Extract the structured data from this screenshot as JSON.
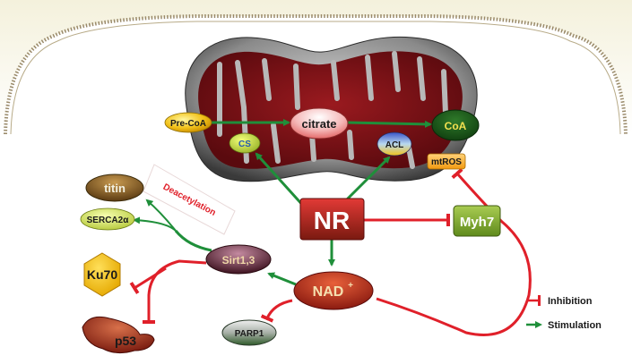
{
  "nodes": {
    "pre_coa": "Pre-CoA",
    "citrate": "citrate",
    "coa": "CoA",
    "cs": "CS",
    "acl": "ACL",
    "mtros": "mtROS",
    "nr": "NR",
    "myh7": "Myh7",
    "titin": "titin",
    "serca2a": "SERCA2α",
    "deacetylation": "Deacetylation",
    "sirt": "Sirt1,3",
    "ku70": "Ku70",
    "nad": "NAD",
    "nad_sup": "+",
    "p53": "p53",
    "parp1": "PARP1"
  },
  "legend": {
    "inhibition": "Inhibition",
    "stimulation": "Stimulation"
  },
  "colors": {
    "stimulation": "#1f8f3a",
    "inhibition": "#e0202a",
    "mito_matrix": "#7a0f14",
    "nr_box": "#c0282a",
    "myh7_box": "#8db53a"
  }
}
